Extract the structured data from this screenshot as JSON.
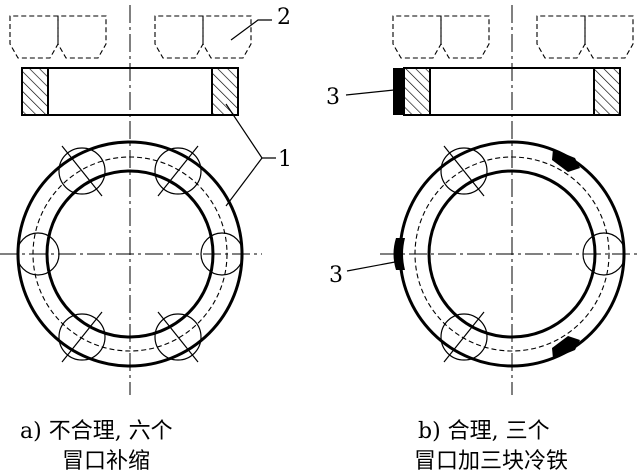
{
  "callouts": {
    "part1": "1",
    "part2": "2",
    "part3_top": "3",
    "part3_side": "3"
  },
  "captions": {
    "a_line1": "a) 不合理, 六个",
    "a_line2": "冒口补缩",
    "b_line1": "b) 合理, 三个",
    "b_line2": "冒口加三块冷铁"
  }
}
